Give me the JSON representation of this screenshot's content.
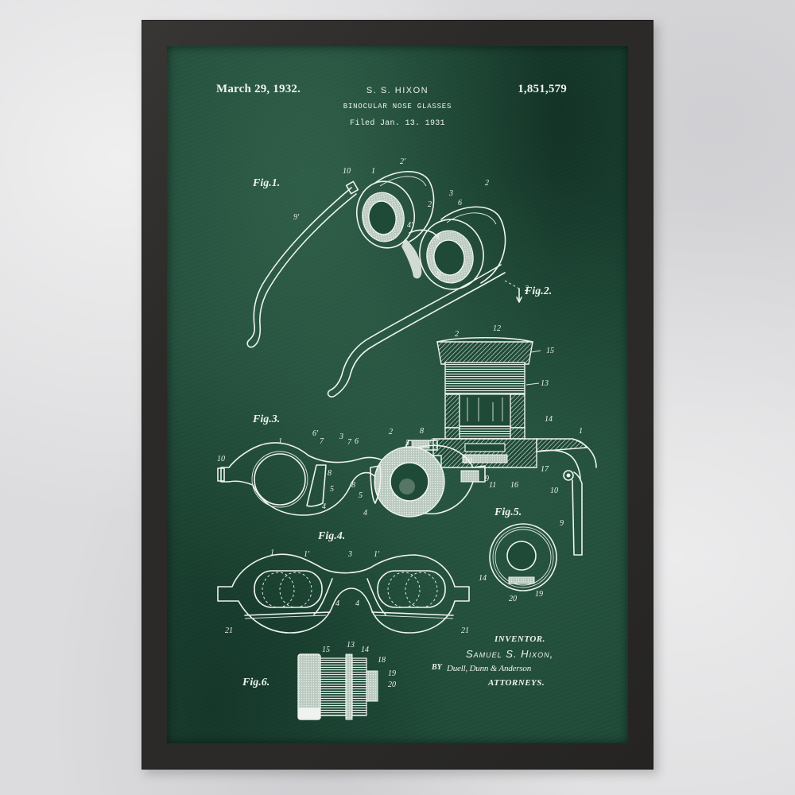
{
  "scene": {
    "type": "framed patent print on wall",
    "wall_color": "#dcdcde",
    "frame_color": "#2b2a28",
    "board_color": "#1f4a38",
    "chalk_color": "#eef3ef"
  },
  "header": {
    "date": "March 29, 1932.",
    "inventor_short": "S. S. HIXON",
    "title": "BINOCULAR NOSE GLASSES",
    "filed": "Filed Jan. 13. 1931",
    "patent_number": "1,851,579"
  },
  "figures": {
    "fig1": {
      "label": "Fig.1.",
      "refs": [
        "1",
        "2'",
        "10",
        "3",
        "6",
        "2",
        "9'",
        "4'",
        "2",
        "4",
        "9",
        "2"
      ]
    },
    "fig2": {
      "label": "Fig.2.",
      "refs": [
        "2",
        "12",
        "15",
        "13",
        "14",
        "8",
        "6",
        "5",
        "4",
        "1",
        "17",
        "11",
        "16",
        "10",
        "9"
      ]
    },
    "fig3": {
      "label": "Fig.3.",
      "refs": [
        "6'",
        "1",
        "7",
        "3",
        "7",
        "6",
        "2",
        "10",
        "8",
        "5",
        "4",
        "8",
        "5",
        "4",
        "10",
        "9"
      ]
    },
    "fig4": {
      "label": "Fig.4.",
      "refs": [
        "1",
        "1'",
        "3",
        "1'",
        "4",
        "4",
        "21",
        "21"
      ]
    },
    "fig5": {
      "label": "Fig.5.",
      "refs": [
        "14",
        "20",
        "19"
      ]
    },
    "fig6": {
      "label": "Fig.6.",
      "refs": [
        "15",
        "13",
        "14",
        "18",
        "19",
        "20"
      ]
    }
  },
  "signature": {
    "inventor_label": "INVENTOR.",
    "inventor_name": "Samuel S. Hixon,",
    "by": "BY",
    "attorneys_firm": "Duell, Dunn & Anderson",
    "attorneys_label": "ATTORNEYS."
  }
}
